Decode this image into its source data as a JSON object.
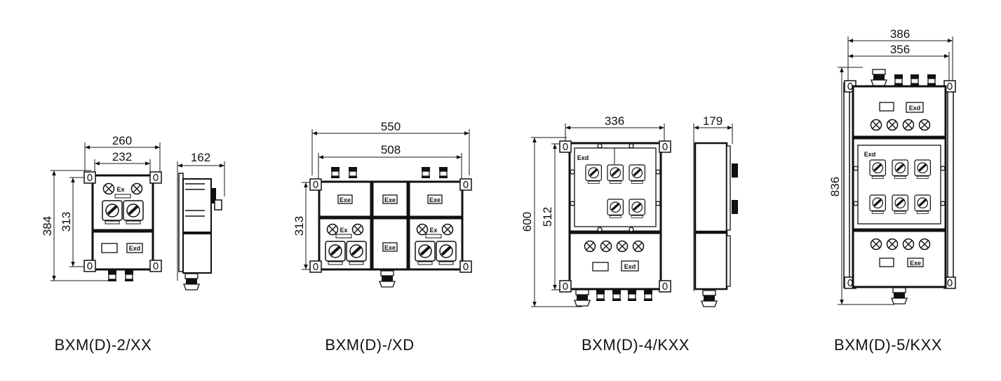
{
  "products": [
    {
      "caption": "BXM(D)-2/XX",
      "front": {
        "width_outer": "260",
        "width_inner": "232",
        "height_outer": "384",
        "height_inner": "313"
      },
      "side": {
        "depth": "162"
      },
      "labels": {
        "top": "Ex",
        "bottom": "Exd"
      }
    },
    {
      "caption": "BXM(D)-/XD",
      "front": {
        "width_outer": "550",
        "width_inner": "508",
        "height_inner": "313"
      },
      "labels": {
        "panel": "Exe",
        "small": "Ex"
      }
    },
    {
      "caption": "BXM(D)-4/KXX",
      "front": {
        "width_inner": "336",
        "height_outer": "600",
        "height_inner": "512"
      },
      "side": {
        "depth": "179"
      },
      "labels": {
        "top": "Exd",
        "bottom": "Exd"
      }
    },
    {
      "caption": "BXM(D)-5/KXX",
      "front": {
        "width_outer": "386",
        "width_inner": "356",
        "height_outer": "836"
      },
      "labels": {
        "top": "Exd",
        "middle": "Exd",
        "bottom": "Exe"
      }
    }
  ]
}
